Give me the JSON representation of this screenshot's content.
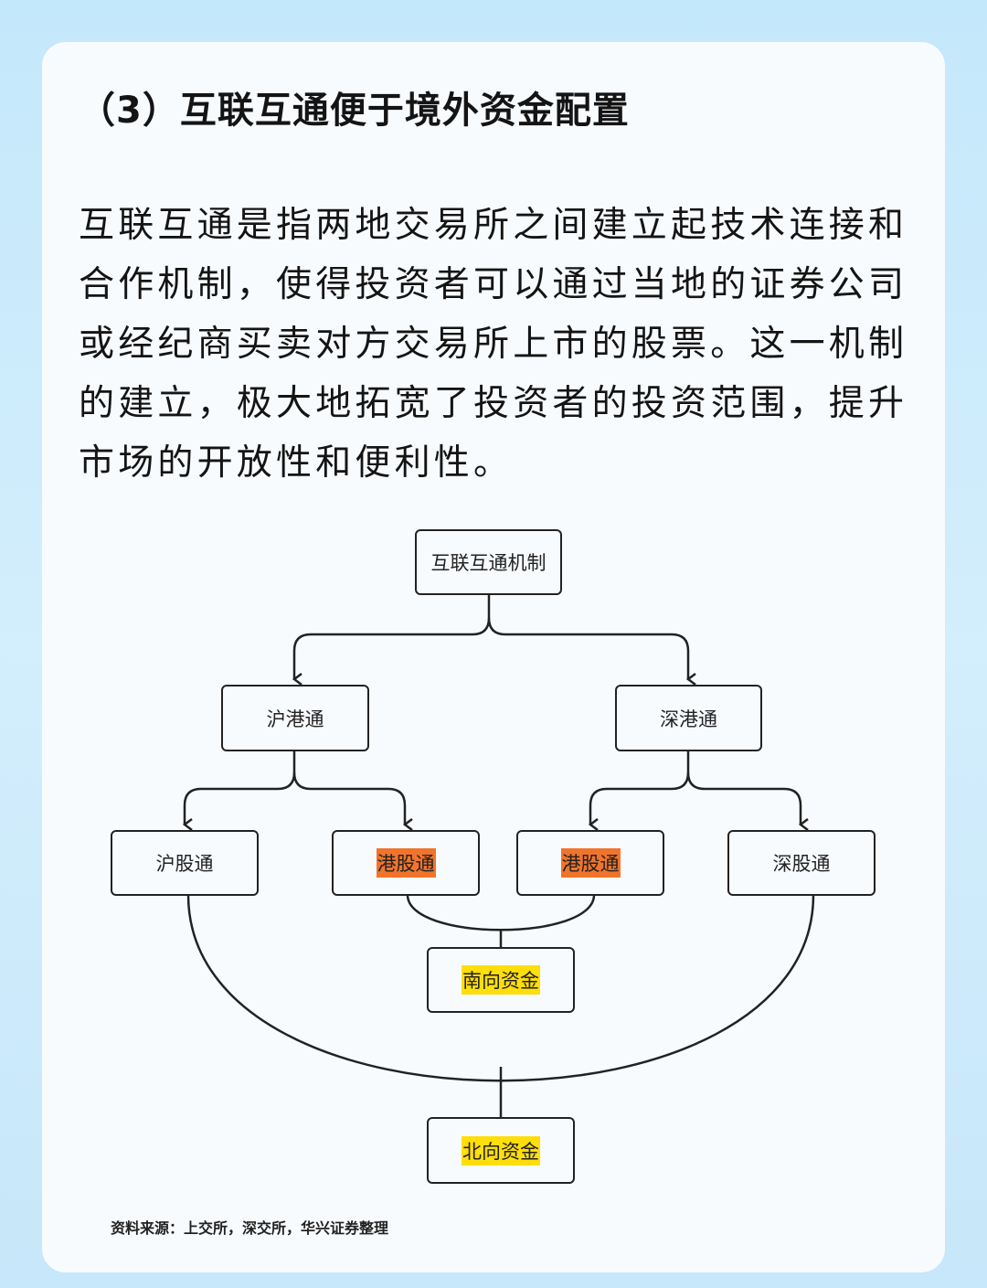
{
  "heading": "（3）互联互通便于境外资金配置",
  "paragraph": "互联互通是指两地交易所之间建立起技术连接和合作机制，使得投资者可以通过当地的证券公司或经纪商买卖对方交易所上市的股票。这一机制的建立，极大地拓宽了投资者的投资范围，提升市场的开放性和便利性。",
  "diagram": {
    "root": "互联互通机制",
    "left_branch": "沪港通",
    "right_branch": "深港通",
    "leaf_1": "沪股通",
    "leaf_2": "港股通",
    "leaf_3": "港股通",
    "leaf_4": "深股通",
    "southbound": "南向资金",
    "northbound": "北向资金"
  },
  "colors": {
    "highlight_orange": "#f0742c",
    "highlight_yellow": "#ffde0a"
  },
  "source": "资料来源：上交所，深交所，华兴证券整理"
}
